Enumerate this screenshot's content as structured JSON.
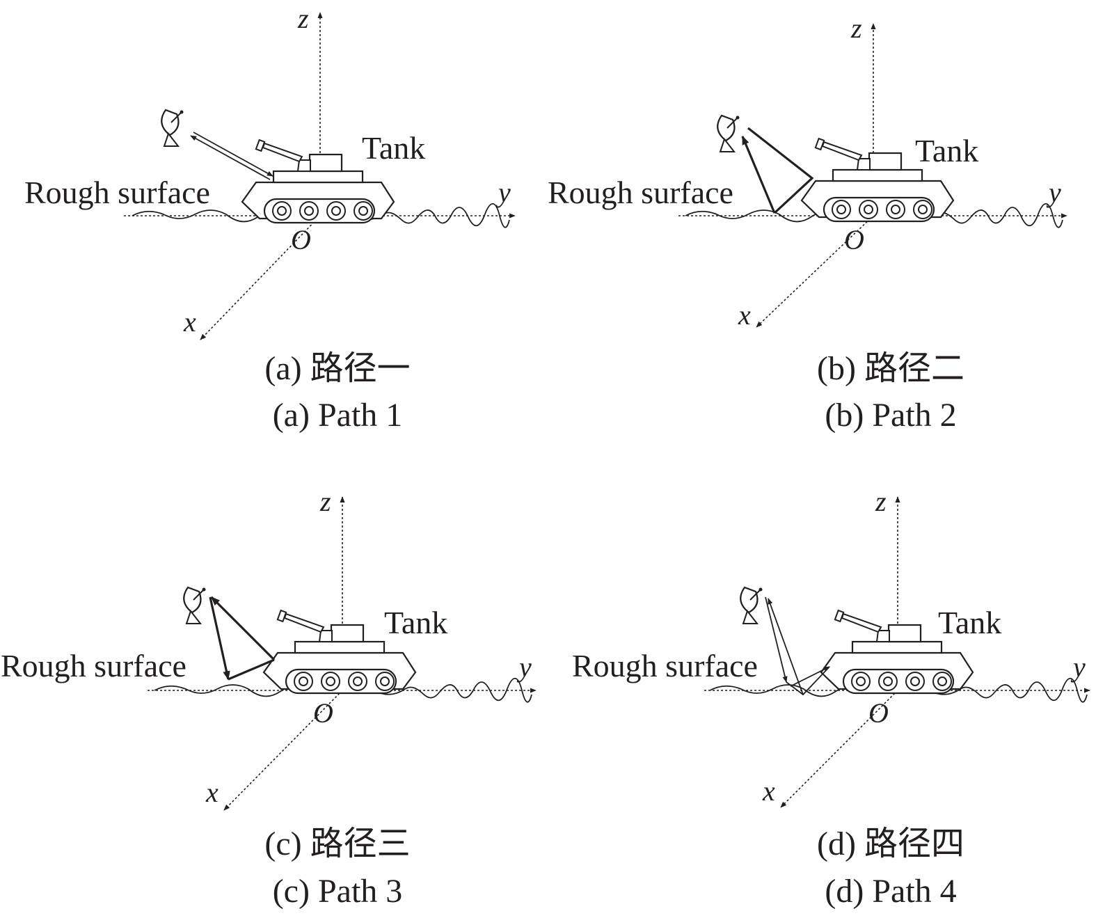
{
  "colors": {
    "ink": "#231f20",
    "background": "#ffffff"
  },
  "icons": [
    "radar-dish-icon",
    "tank-icon"
  ],
  "panels": [
    {
      "id": "a",
      "axis_labels": {
        "z": "z",
        "y": "y",
        "x": "x",
        "origin": "O"
      },
      "tank_label": "Tank",
      "surface_label": "Rough surface",
      "caption_cn": "(a) 路径一",
      "caption_en": "(a) Path 1",
      "path_type": "direct-backscatter"
    },
    {
      "id": "b",
      "axis_labels": {
        "z": "z",
        "y": "y",
        "x": "x",
        "origin": "O"
      },
      "tank_label": "Tank",
      "surface_label": "Rough surface",
      "caption_cn": "(b) 路径二",
      "caption_en": "(b) Path 2",
      "path_type": "radar-tank-surface-radar"
    },
    {
      "id": "c",
      "axis_labels": {
        "z": "z",
        "y": "y",
        "x": "x",
        "origin": "O"
      },
      "tank_label": "Tank",
      "surface_label": "Rough surface",
      "caption_cn": "(c) 路径三",
      "caption_en": "(c) Path 3",
      "path_type": "radar-surface-tank-radar"
    },
    {
      "id": "d",
      "axis_labels": {
        "z": "z",
        "y": "y",
        "x": "x",
        "origin": "O"
      },
      "tank_label": "Tank",
      "surface_label": "Rough surface",
      "caption_cn": "(d) 路径四",
      "caption_en": "(d) Path 4",
      "path_type": "radar-surface-tank-surface-radar"
    }
  ]
}
